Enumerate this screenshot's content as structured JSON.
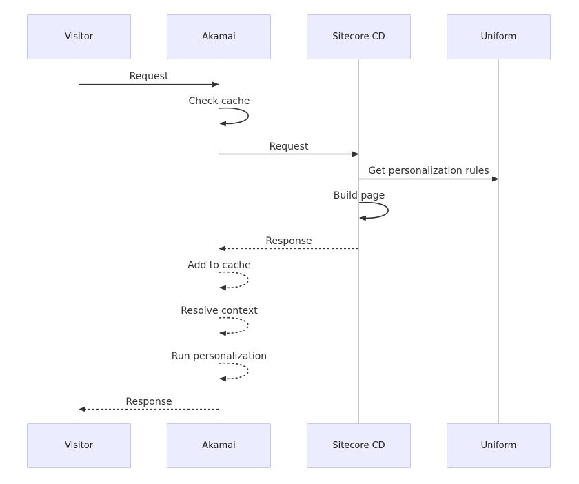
{
  "actors": [
    "Visitor",
    "Akamai",
    "Sitecore CD",
    "Uniform"
  ],
  "messages": [
    {
      "from": 0,
      "to": 1,
      "label": "Request",
      "style": "solid"
    },
    {
      "from": 1,
      "to": 1,
      "label": "Check cache",
      "style": "solid"
    },
    {
      "from": 1,
      "to": 2,
      "label": "Request",
      "style": "solid"
    },
    {
      "from": 2,
      "to": 3,
      "label": "Get personalization rules",
      "style": "solid"
    },
    {
      "from": 2,
      "to": 2,
      "label": "Build page",
      "style": "solid"
    },
    {
      "from": 2,
      "to": 1,
      "label": "Response",
      "style": "dashed"
    },
    {
      "from": 1,
      "to": 1,
      "label": "Add to cache",
      "style": "dashed"
    },
    {
      "from": 1,
      "to": 1,
      "label": "Resolve context",
      "style": "dashed"
    },
    {
      "from": 1,
      "to": 1,
      "label": "Run personalization",
      "style": "dashed"
    },
    {
      "from": 1,
      "to": 0,
      "label": "Response",
      "style": "dashed"
    }
  ],
  "colors": {
    "actor_fill": "#ececff",
    "actor_border": "#c5c6f4",
    "lifeline": "#c8c8c8",
    "arrow": "#333333"
  }
}
